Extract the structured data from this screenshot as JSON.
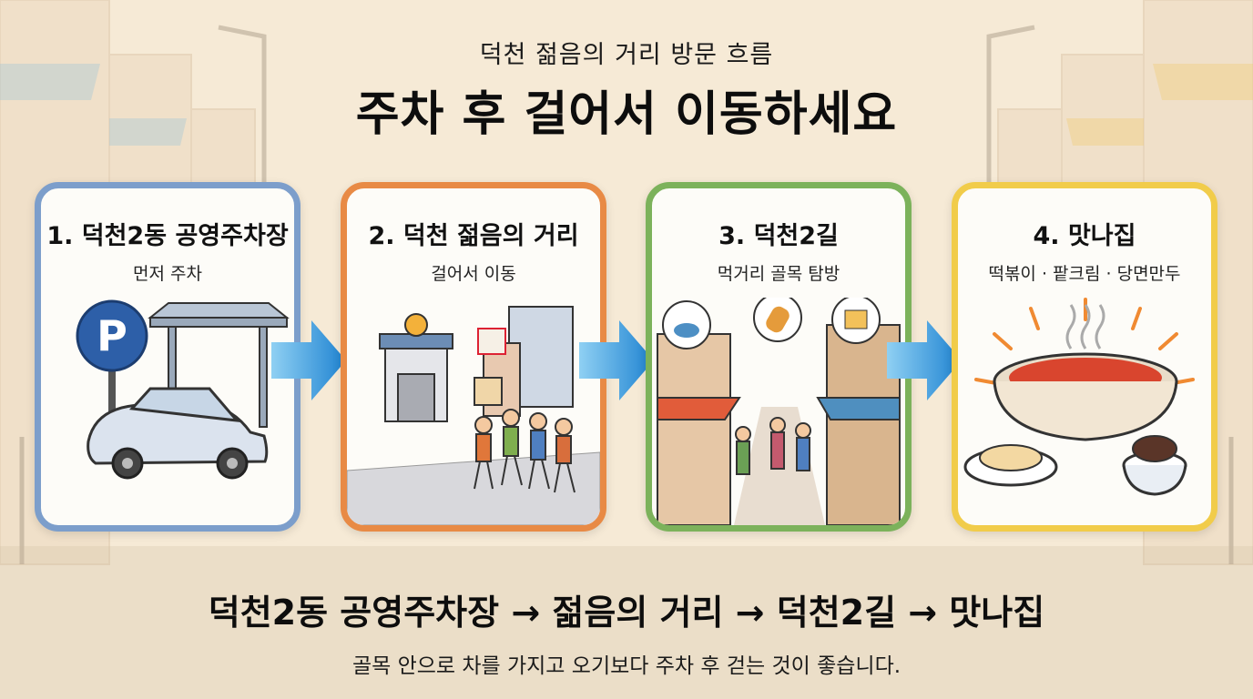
{
  "header": {
    "subtitle": "덕천 젊음의 거리 방문 흐름",
    "title": "주차 후 걸어서 이동하세요"
  },
  "steps": [
    {
      "title": "1. 덕천2동 공영주차장",
      "desc": "먼저 주차",
      "color": "#7c9ecb",
      "icon": "parking-icon"
    },
    {
      "title": "2. 덕천 젊음의 거리",
      "desc": "걸어서 이동",
      "color": "#e88a45",
      "icon": "walking-people-icon"
    },
    {
      "title": "3. 덕천2길",
      "desc": "먹거리 골목 탐방",
      "color": "#7cb25b",
      "icon": "food-alley-icon"
    },
    {
      "title": "4. 맛나집",
      "desc": "떡볶이 · 팥크림 · 당면만두",
      "color": "#f1cc4a",
      "icon": "food-bowl-icon"
    }
  ],
  "arrow_color": "#2f95dc",
  "footer": {
    "route": "덕천2동 공영주차장 → 젊음의 거리 → 덕천2길 → 맛나집",
    "note": "골목 안으로 차를 가지고 오기보다 주차 후 걷는 것이 좋습니다."
  }
}
